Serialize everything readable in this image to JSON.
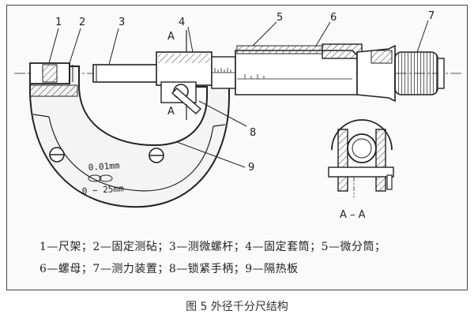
{
  "callouts": [
    "1",
    "2",
    "3",
    "4",
    "5",
    "6",
    "7",
    "8",
    "9"
  ],
  "section_marks": {
    "top": "A",
    "bottom": "A",
    "section_title": "A – A"
  },
  "frame_markings": {
    "resolution": "0.01mm",
    "range": "0 ~ 25mm"
  },
  "legend": {
    "line1": "1—尺架；2—固定测砧；3—测微螺杆；4—固定套筒；5—微分筒；",
    "line2": "6—螺母；7—测力装置；8—锁紧手柄；9—隔热板"
  },
  "caption": "图 5  外径千分尺结构",
  "colors": {
    "line": "#222222",
    "hatch": "#555555",
    "paper": "#fafafa"
  }
}
